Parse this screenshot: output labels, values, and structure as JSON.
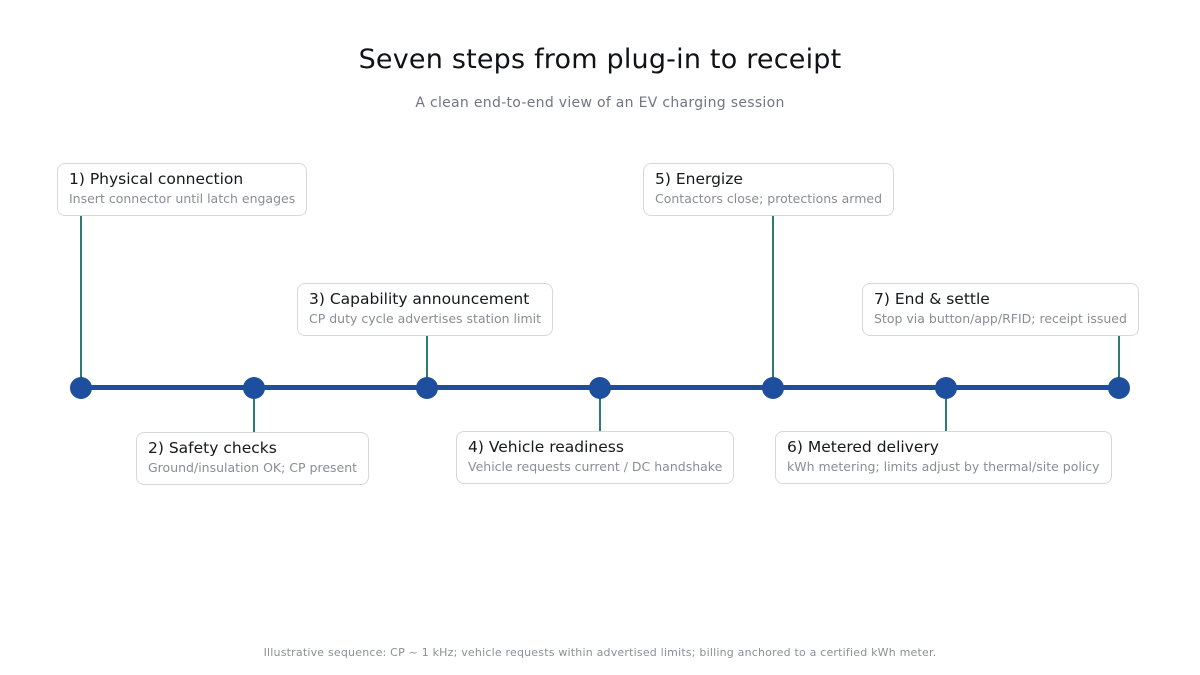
{
  "header": {
    "title": "Seven steps from plug-in to receipt",
    "subtitle": "A clean end-to-end view of an EV charging session"
  },
  "footnote": "Illustrative sequence: CP ~ 1 kHz; vehicle requests within advertised limits; billing anchored to a certified kWh meter.",
  "colors": {
    "timeline_blue": "#1e4f9e",
    "connector_teal": "#2d7d6e",
    "box_border": "#d8d8d8",
    "step_title_text": "#16181d",
    "step_desc_text": "#8a8d96",
    "subtitle_text": "#717584",
    "footnote_text": "#8c8f98"
  },
  "timeline": {
    "node_count": 7,
    "orientation": "horizontal"
  },
  "steps": [
    {
      "label": "1) Physical connection",
      "desc": "Insert connector until latch engages",
      "side": "above"
    },
    {
      "label": "2) Safety checks",
      "desc": "Ground/insulation OK; CP present",
      "side": "below"
    },
    {
      "label": "3) Capability announcement",
      "desc": "CP duty cycle advertises station limit",
      "side": "above"
    },
    {
      "label": "4) Vehicle readiness",
      "desc": "Vehicle requests current / DC handshake",
      "side": "below"
    },
    {
      "label": "5) Energize",
      "desc": "Contactors close; protections armed",
      "side": "above"
    },
    {
      "label": "6) Metered delivery",
      "desc": "kWh metering; limits adjust by thermal/site policy",
      "side": "below"
    },
    {
      "label": "7) End & settle",
      "desc": "Stop via button/app/RFID; receipt issued",
      "side": "above"
    }
  ]
}
